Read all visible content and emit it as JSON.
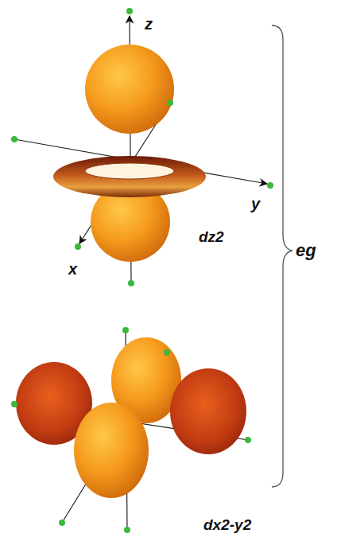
{
  "diagram": {
    "labels": [
      "z",
      "y",
      "x",
      "dz2",
      "eg",
      "dx2-y2"
    ]
  }
}
